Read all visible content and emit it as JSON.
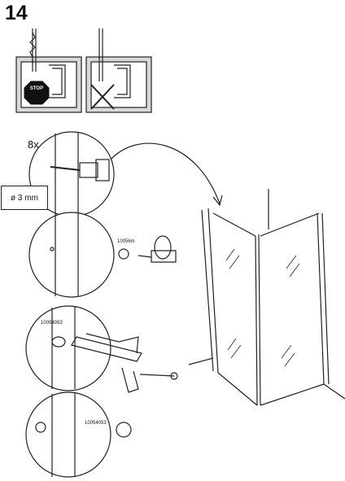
{
  "step": {
    "number": "14"
  },
  "warning": {
    "stop_text": "STOP"
  },
  "drilling": {
    "quantity": "8x",
    "drill_bit_size": "ø 3 mm"
  },
  "parts": {
    "screw": "10056m",
    "sealant": "10054053",
    "cap": "10054053"
  }
}
